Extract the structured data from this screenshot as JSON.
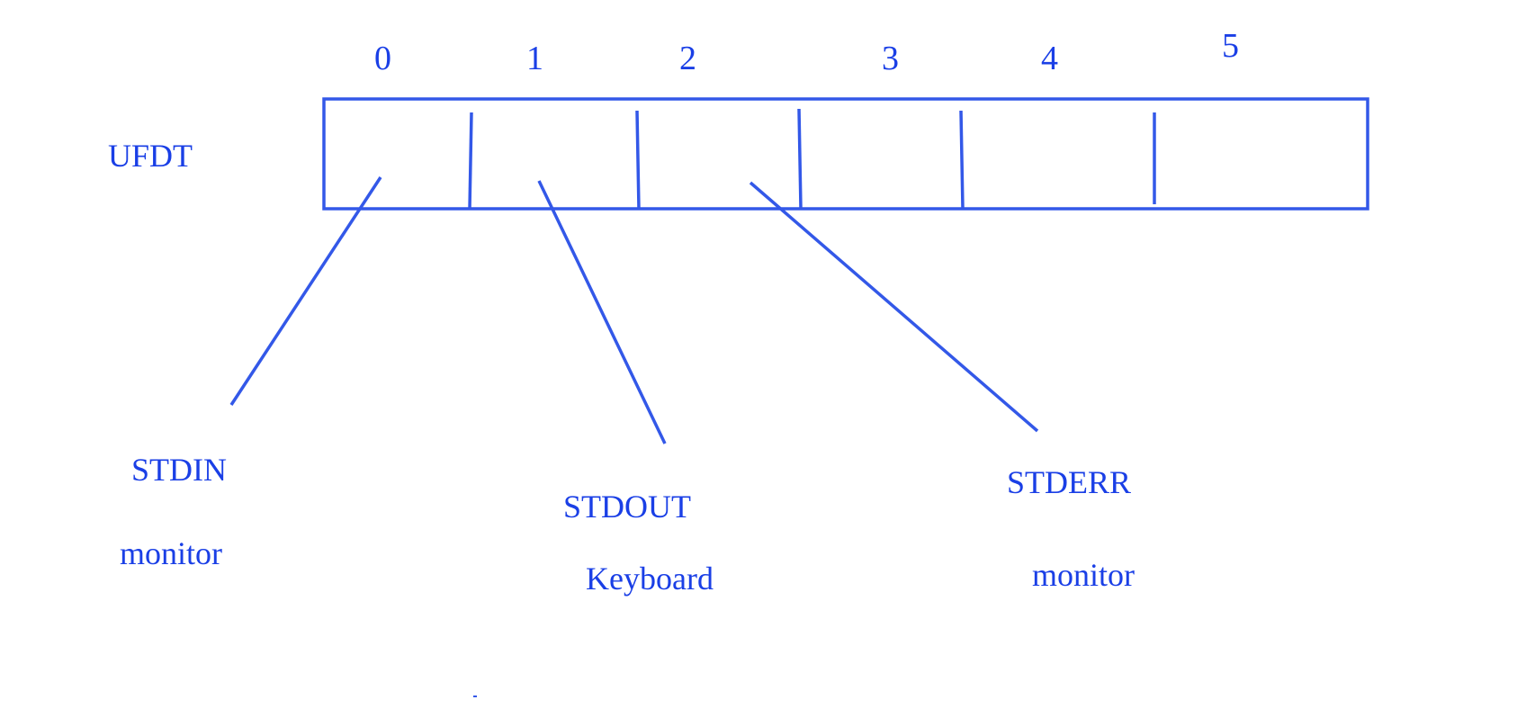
{
  "diagram": {
    "title": "UFDT",
    "indices": [
      "0",
      "1",
      "2",
      "3",
      "4",
      "5"
    ],
    "entries": [
      {
        "index": "0",
        "name": "STDIN",
        "device": "monitor"
      },
      {
        "index": "1",
        "name": "STDOUT",
        "device": "Keyboard"
      },
      {
        "index": "2",
        "name": "STDERR",
        "device": "monitor"
      }
    ],
    "colors": {
      "stroke": "#3358e8",
      "text": "#1a3fe6"
    }
  }
}
